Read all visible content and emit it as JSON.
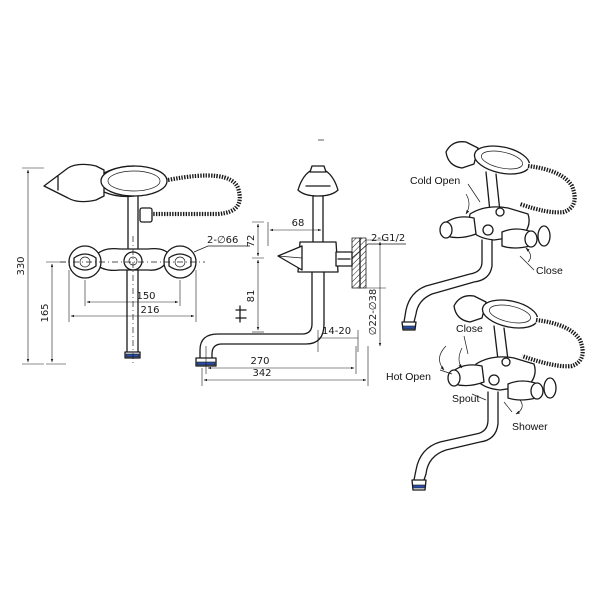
{
  "front_view": {
    "dim_height_total": "330",
    "dim_height_lower": "165",
    "dim_connection": "2-∅66",
    "dim_width_inner": "150",
    "dim_width_outer": "216"
  },
  "side_view": {
    "dim_68": "68",
    "dim_72": "72",
    "dim_81": "81",
    "dim_thread": "2-G1/2",
    "dim_wall": "∅22-∅38",
    "dim_1420": "14-20",
    "dim_270": "270",
    "dim_342": "342"
  },
  "perspective_top": {
    "cold_open": "Cold  Open",
    "close": "Close"
  },
  "perspective_bottom": {
    "close": "Close",
    "hot_open": "Hot  Open",
    "spout": "Spout",
    "shower": "Shower"
  }
}
